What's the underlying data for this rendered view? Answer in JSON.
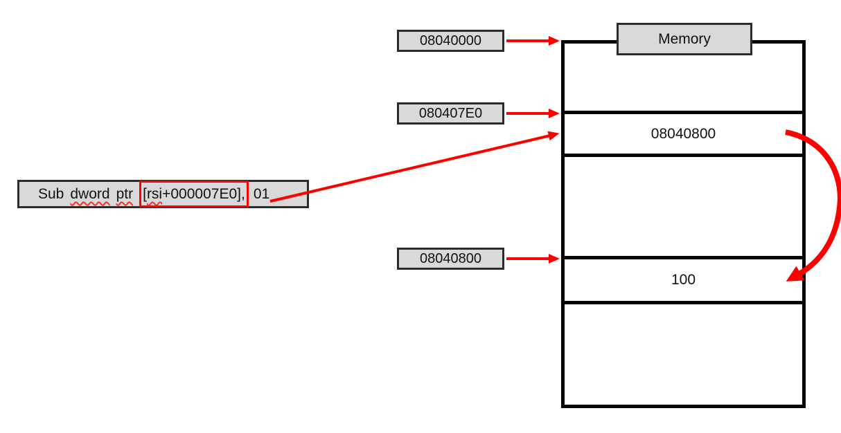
{
  "colors": {
    "accent_red": "#ff0000",
    "box_fill": "#d9d9d9",
    "box_border": "#2b2b2b",
    "line_black": "#000000"
  },
  "instruction": {
    "mnemonic": "Sub",
    "size_keyword": "dword",
    "ptr_keyword": "ptr",
    "operand_open_bracket": "[",
    "operand_register": "rsi",
    "operand_rest": "+000007E0],",
    "immediate": "01"
  },
  "address_labels": [
    "08040000",
    "080407E0",
    "08040800"
  ],
  "memory": {
    "title": "Memory",
    "cells": [
      "",
      "08040800",
      "",
      "100",
      ""
    ]
  },
  "icons": {
    "straight_arrows": "red-pointer-arrow",
    "curved_arrow": "red-curved-copy-arrow"
  }
}
